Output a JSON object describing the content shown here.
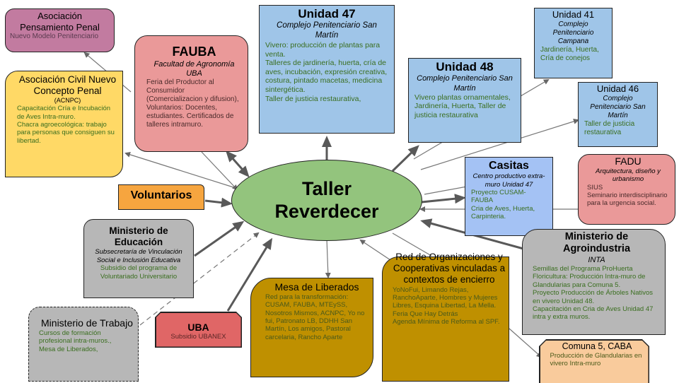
{
  "colors": {
    "blue": "#9fc5e8",
    "blue_light": "#a4c2f4",
    "pink": "#ea9999",
    "purple": "#c27ba0",
    "yellow": "#ffd966",
    "orange": "#f6a53f",
    "gray": "#b7b7b7",
    "gold": "#bf9000",
    "green": "#93c47d",
    "red": "#e06666",
    "peach": "#f9cb9c",
    "text_green": "#38761d"
  },
  "center": {
    "title_line1": "Taller",
    "title_line2": "Reverdecer"
  },
  "nodes": {
    "app": {
      "title": "Asociación Pensamiento Penal",
      "desc": "Nuevo Modelo Penitenciario"
    },
    "fauba": {
      "title": "FAUBA",
      "subtitle": "Facultad de Agronomía UBA",
      "desc": "Feria del Productor al Consumidor (Comercializacion y difusion),\nVoluntarios: Docentes, estudiantes. Certificados de talleres intramuro."
    },
    "acnpc": {
      "title": "Asociación Civil Nuevo Concepto Penal",
      "abbr": "(ACNPC)",
      "desc": "Capacitación Cría e Incubación de Aves Intra-muro.\nChacra agroecológica: trabajo para personas que consiguen su libertad."
    },
    "u47": {
      "title": "Unidad 47",
      "subtitle": "Complejo Penitenciario San Martín",
      "desc": "Vivero: producción de plantas para venta.\nTalleres de jardinería, huerta, cría de aves, incubación, expresión creativa, costura, pintado macetas, medicina sintergética.\nTaller de justicia restaurativa,"
    },
    "u48": {
      "title": "Unidad 48",
      "subtitle": "Complejo Penitenciario San Martín",
      "desc": "Vivero plantas ornamentales, Jardinería, Huerta, Taller de justicia restaurativa"
    },
    "u41": {
      "title": "Unidad 41",
      "subtitle": "Complejo Penitenciario Campana",
      "desc": "Jardinería, Huerta, Cría de conejos"
    },
    "u46": {
      "title": "Unidad 46",
      "subtitle": "Complejo Penitenciario San Martín",
      "desc": "Taller de justicia restaurativa"
    },
    "casitas": {
      "title": "Casitas",
      "subtitle": "Centro productivo extra-muro Unidad 47",
      "desc": "Proyecto CUSAM-FAUBA\nCria de Aves, Huerta, Carpinteria."
    },
    "fadu": {
      "title": "FADU",
      "subtitle": "Arquitectura, diseño y urbanismo",
      "desc": "SIUS\nSeminario interdisciplinario para la urgencia social."
    },
    "voluntarios": {
      "title": "Voluntarios"
    },
    "medu": {
      "title": "Ministerio de Educación",
      "subtitle": "Subsecretaría de Vinculación Social e Inclusión Educativa",
      "desc": "Subsidio del programa de Voluntariado Universitario"
    },
    "magro": {
      "title": "Ministerio de Agroindustria",
      "subtitle": "INTA",
      "desc": "Semillas del  Programa ProHuerta\nFloricultura: Producción Intra-muro de Glandularias para Comuna 5.\nProyecto Producción de Árboles Nativos en vivero Unidad 48.\nCapacitación en Cria de Aves Unidad 47 intra y extra muros."
    },
    "mtrab": {
      "title": "Ministerio de Trabajo",
      "desc": "Cursos de formación profesional intra-muros.,\nMesa de Liberados,"
    },
    "uba": {
      "title": "UBA",
      "desc": "Subsidio UBANEX"
    },
    "mesa": {
      "title": "Mesa de Liberados",
      "desc": "Red para la transformación: CUSAM, FAUBA, MTEySS, Nosotros Mismos, ACNPC, Yo no fui, Patronato LB, DDHH San Martín, Los amigos, Pastoral carcelaria, Rancho Aparte"
    },
    "red": {
      "title": "Red de Organizaciones y Cooperativas vinculadas a contextos de encierro",
      "desc": "YoNoFui, Limando Rejas, RanchoAparte, Hombres y Mujeres Libres, Esquina Libertad, La Mella.\nFeria Que Hay Detrás\nAgenda Mínima de Reforma al SPF."
    },
    "comuna": {
      "title": "Comuna 5, CABA",
      "desc": "Producción de Glandularias en vivero Intra-muro"
    }
  }
}
